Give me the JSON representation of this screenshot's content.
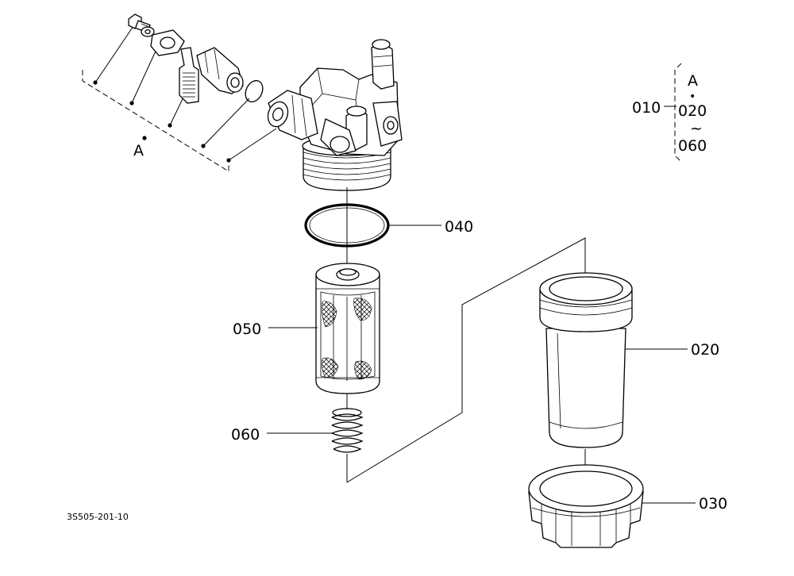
{
  "labels": {
    "l040": "040",
    "l050": "050",
    "l060": "060",
    "l020": "020",
    "l030": "030",
    "group_a": "A"
  },
  "legend": {
    "ref": "010",
    "a": "A",
    "dot": "•",
    "from": "020",
    "tilde": "~",
    "to": "060"
  },
  "figure_code": "3S505-201-10"
}
